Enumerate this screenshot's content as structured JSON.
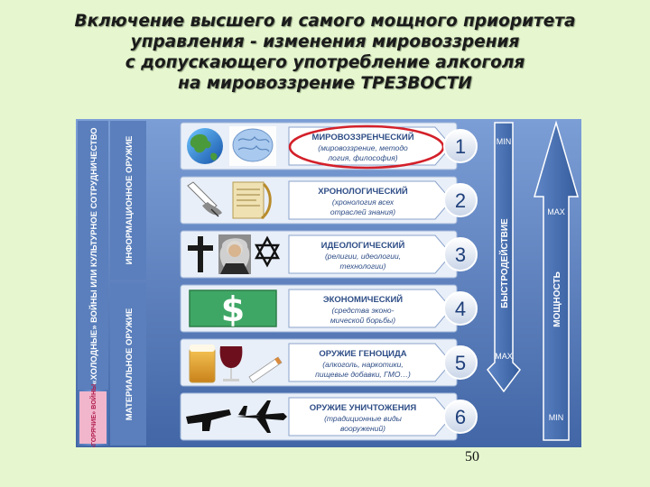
{
  "title": {
    "lines": [
      "Включение высшего и самого мощного приоритета",
      "управления - изменения мировоззрения",
      "с допускающего употребление алкоголя",
      "на мировоззрение ТРЕЗВОСТИ"
    ]
  },
  "side_labels": {
    "cold_war": "«ХОЛОДНЫЕ» ВОЙНЫ ИЛИ КУЛЬТУРНОЕ СОТРУДНИЧЕСТВО",
    "hot_war": "«ГОРЯЧИЕ» ВОЙНЫ",
    "info_weapon": "ИНФОРМАЦИОННОЕ ОРУЖИЕ",
    "material_weapon": "МАТЕРИАЛЬНОЕ ОРУЖИЕ"
  },
  "rows": [
    {
      "name": "МИРОВОЗЗРЕНЧЕСКИЙ",
      "desc": [
        "(мировоззрение, методо",
        "логия, философия)"
      ],
      "num": "1"
    },
    {
      "name": "ХРОНОЛОГИЧЕСКИЙ",
      "desc": [
        "(хронология всех",
        "отраслей знания)"
      ],
      "num": "2"
    },
    {
      "name": "ИДЕОЛОГИЧЕСКИЙ",
      "desc": [
        "(религии, идеологии,",
        "технологии)"
      ],
      "num": "3"
    },
    {
      "name": "ЭКОНОМИЧЕСКИЙ",
      "desc": [
        "(средства эконо-",
        "мической борьбы)"
      ],
      "num": "4"
    },
    {
      "name": "ОРУЖИЕ ГЕНОЦИДА",
      "desc": [
        "(алкоголь, наркотики,",
        "пищевые добавки, ГМО…)"
      ],
      "num": "5"
    },
    {
      "name": "ОРУЖИЕ УНИЧТОЖЕНИЯ",
      "desc": [
        "(традиционные виды",
        "вооружений)"
      ],
      "num": "6"
    }
  ],
  "speed_arrow": {
    "label": "БЫСТРОДЕЙСТВИЕ",
    "top": "MIN",
    "bottom": "MAX"
  },
  "power_arrow": {
    "label": "МОЩНОСТЬ",
    "top": "MAX",
    "bottom": "MIN"
  },
  "slide_number": "50",
  "colors": {
    "frame": "#5077b4",
    "panel": "#ffffff",
    "highlight_oval": "#d3202a",
    "pink_band": "#f1b6cc",
    "accent_dark": "#2e4d86"
  },
  "icons": [
    "globe-icon",
    "brain-icon",
    "quill-hand-icon",
    "scroll-icon",
    "cross-icon",
    "marx-portrait-icon",
    "star-of-david-icon",
    "dollar-icon",
    "beer-icon",
    "wine-icon",
    "cigarette-icon",
    "rifle-icon",
    "fighter-jet-icon"
  ]
}
